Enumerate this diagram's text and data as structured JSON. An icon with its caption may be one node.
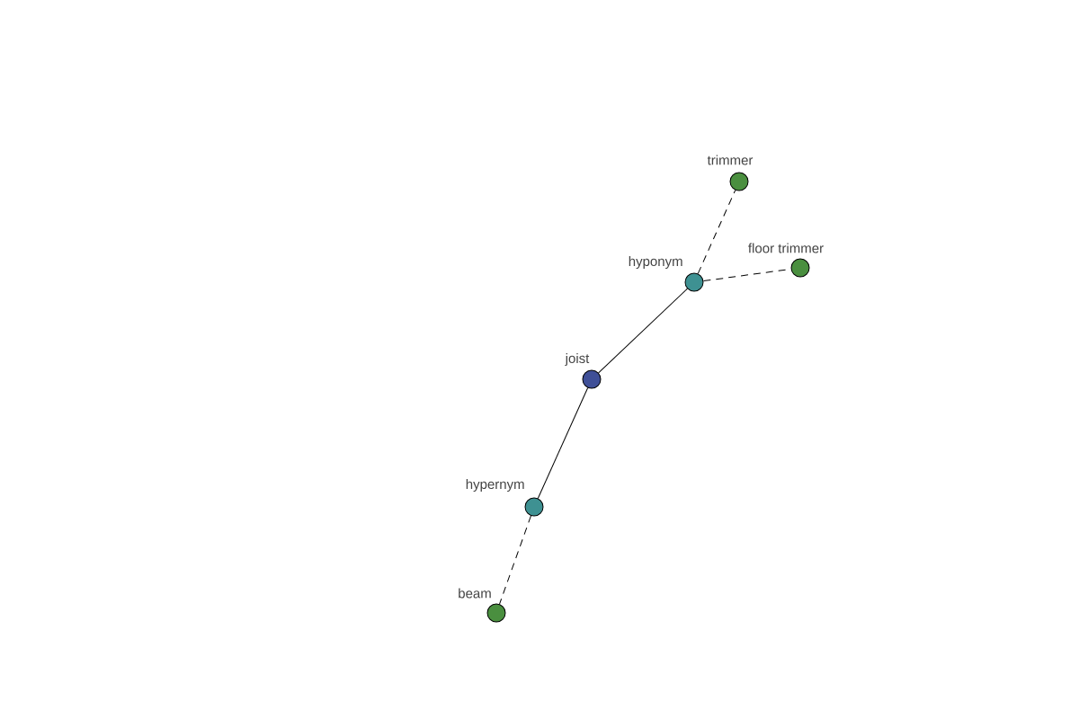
{
  "diagram": {
    "nodes": [
      {
        "text": [
          "trimmer"
        ]
      },
      {
        "text": [
          "floor trimmer"
        ]
      },
      {
        "text": [
          "hyponym"
        ]
      },
      {
        "text": [
          "joist"
        ]
      },
      {
        "text": [
          "hypernym"
        ]
      },
      {
        "text": [
          "beam"
        ]
      }
    ],
    "edges": [
      {
        "from": 3,
        "to": 2,
        "arrow": "none"
      },
      {
        "from": 2,
        "to": 0,
        "arrow": "none",
        "style": "dashed"
      },
      {
        "from": 2,
        "to": 1,
        "arrow": "none",
        "style": "dashed"
      },
      {
        "from": 3,
        "to": 4,
        "arrow": "none"
      },
      {
        "from": 4,
        "to": 5,
        "arrow": "none",
        "style": "dashed"
      }
    ]
  }
}
